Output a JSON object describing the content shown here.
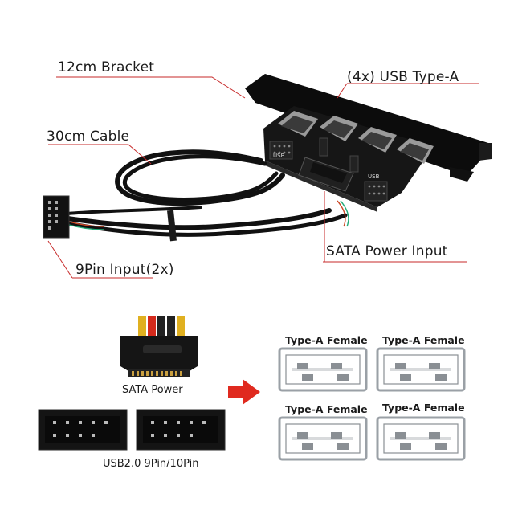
{
  "labels": {
    "bracket": "12cm Bracket",
    "usb_type_a": "(4x) USB Type-A",
    "cable": "30cm Cable",
    "sata_input": "SATA Power Input",
    "pin_input": "9Pin Input",
    "pin_input_count": "(2x)"
  },
  "bottom": {
    "sata_power": "SATA Power",
    "usb_header": "USB2.0 9Pin/10Pin",
    "port_label": "Type-A Female",
    "ports": [
      "Type-A Female",
      "Type-A Female",
      "Type-A Female",
      "Type-A Female"
    ]
  },
  "board": {
    "usb_silk_1": "USB",
    "usb_silk_2": "USB"
  },
  "colors": {
    "leader_line": "#c72a2a",
    "arrow": "#e02a1f",
    "pcb": "#151515",
    "bracket": "#0d0d0d"
  }
}
